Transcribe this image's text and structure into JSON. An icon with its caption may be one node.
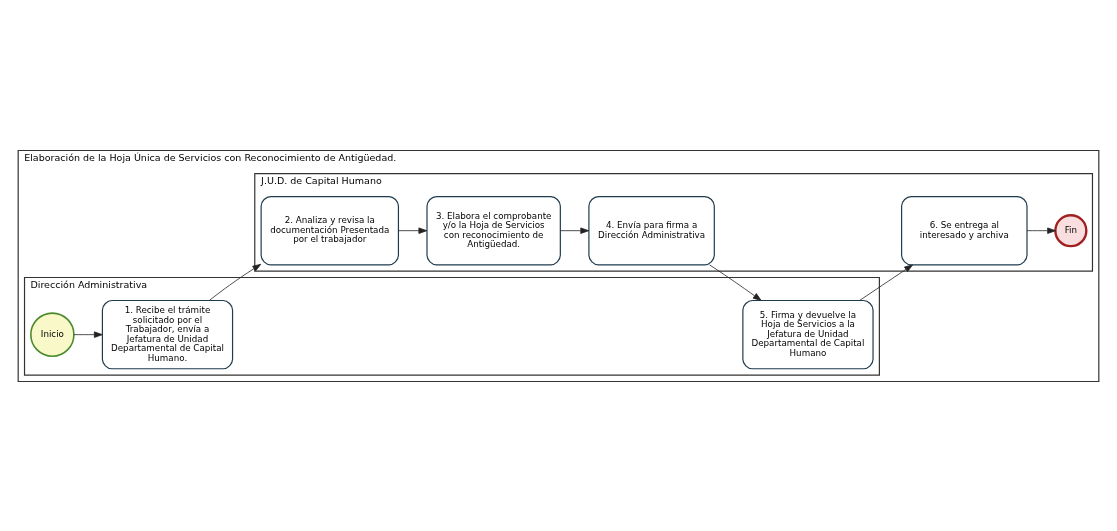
{
  "diagram": {
    "nodes": [
      {
        "text": [
          "Elaboración de la Hoja Única de Servicios con Reconocimiento de Antigüedad."
        ]
      },
      {
        "text": [
          "Dirección Administrativa"
        ],
        "in": 0
      },
      {
        "text": [
          "Inicio"
        ],
        "in": 1
      },
      {
        "text": [
          "1. Recibe el trámite solicitado por el Trabajador, envía a Jefatura de Unidad Departamental de Capital Humano."
        ],
        "in": 1
      },
      {
        "text": [
          "5. Firma y devuelve la Hoja de Servicios a la Jefatura de Unidad Departamental de Capital Humano"
        ],
        "in": 1
      },
      {
        "text": [
          "J.U.D. de Capital Humano"
        ],
        "in": 0
      },
      {
        "text": [
          "2. Analiza y revisa la documentación Presentada por el trabajador"
        ],
        "in": 5
      },
      {
        "text": [
          "3. Elabora el comprobante y/o la Hoja de Servicios con reconocimiento de Antigüedad."
        ],
        "in": 5
      },
      {
        "text": [
          "4. Envía para firma a Dirección Administrativa"
        ],
        "in": 5
      },
      {
        "text": [
          "6. Se entrega al interesado y archiva"
        ],
        "in": 5
      },
      {
        "text": [
          "Fin"
        ],
        "in": 5
      }
    ],
    "edges": [
      {
        "from": 2,
        "to": 3,
        "arrow": "to"
      },
      {
        "from": 3,
        "to": 6,
        "arrow": "to"
      },
      {
        "from": 6,
        "to": 7,
        "arrow": "to"
      },
      {
        "from": 7,
        "to": 8,
        "arrow": "to"
      },
      {
        "from": 8,
        "to": 4,
        "arrow": "to"
      },
      {
        "from": 4,
        "to": 9,
        "arrow": "to"
      },
      {
        "from": 9,
        "to": 10,
        "arrow": "to"
      }
    ]
  }
}
